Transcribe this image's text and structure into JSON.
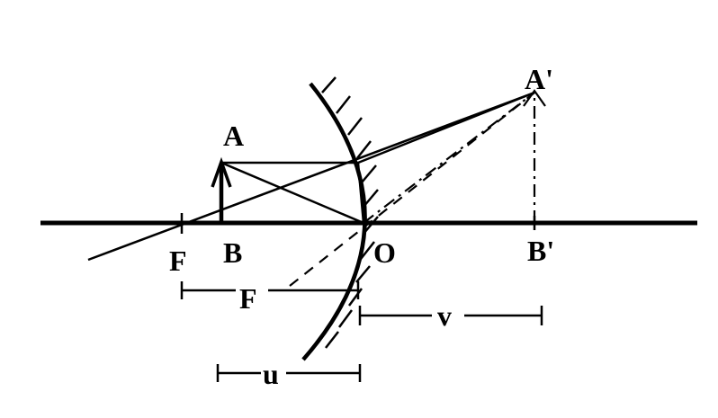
{
  "labels": {
    "A": "A",
    "A_image": "A'",
    "F": "F",
    "B": "B",
    "O": "O",
    "B_image": "B'",
    "F_dim": "F",
    "v_dim": "v",
    "u_dim": "u"
  }
}
